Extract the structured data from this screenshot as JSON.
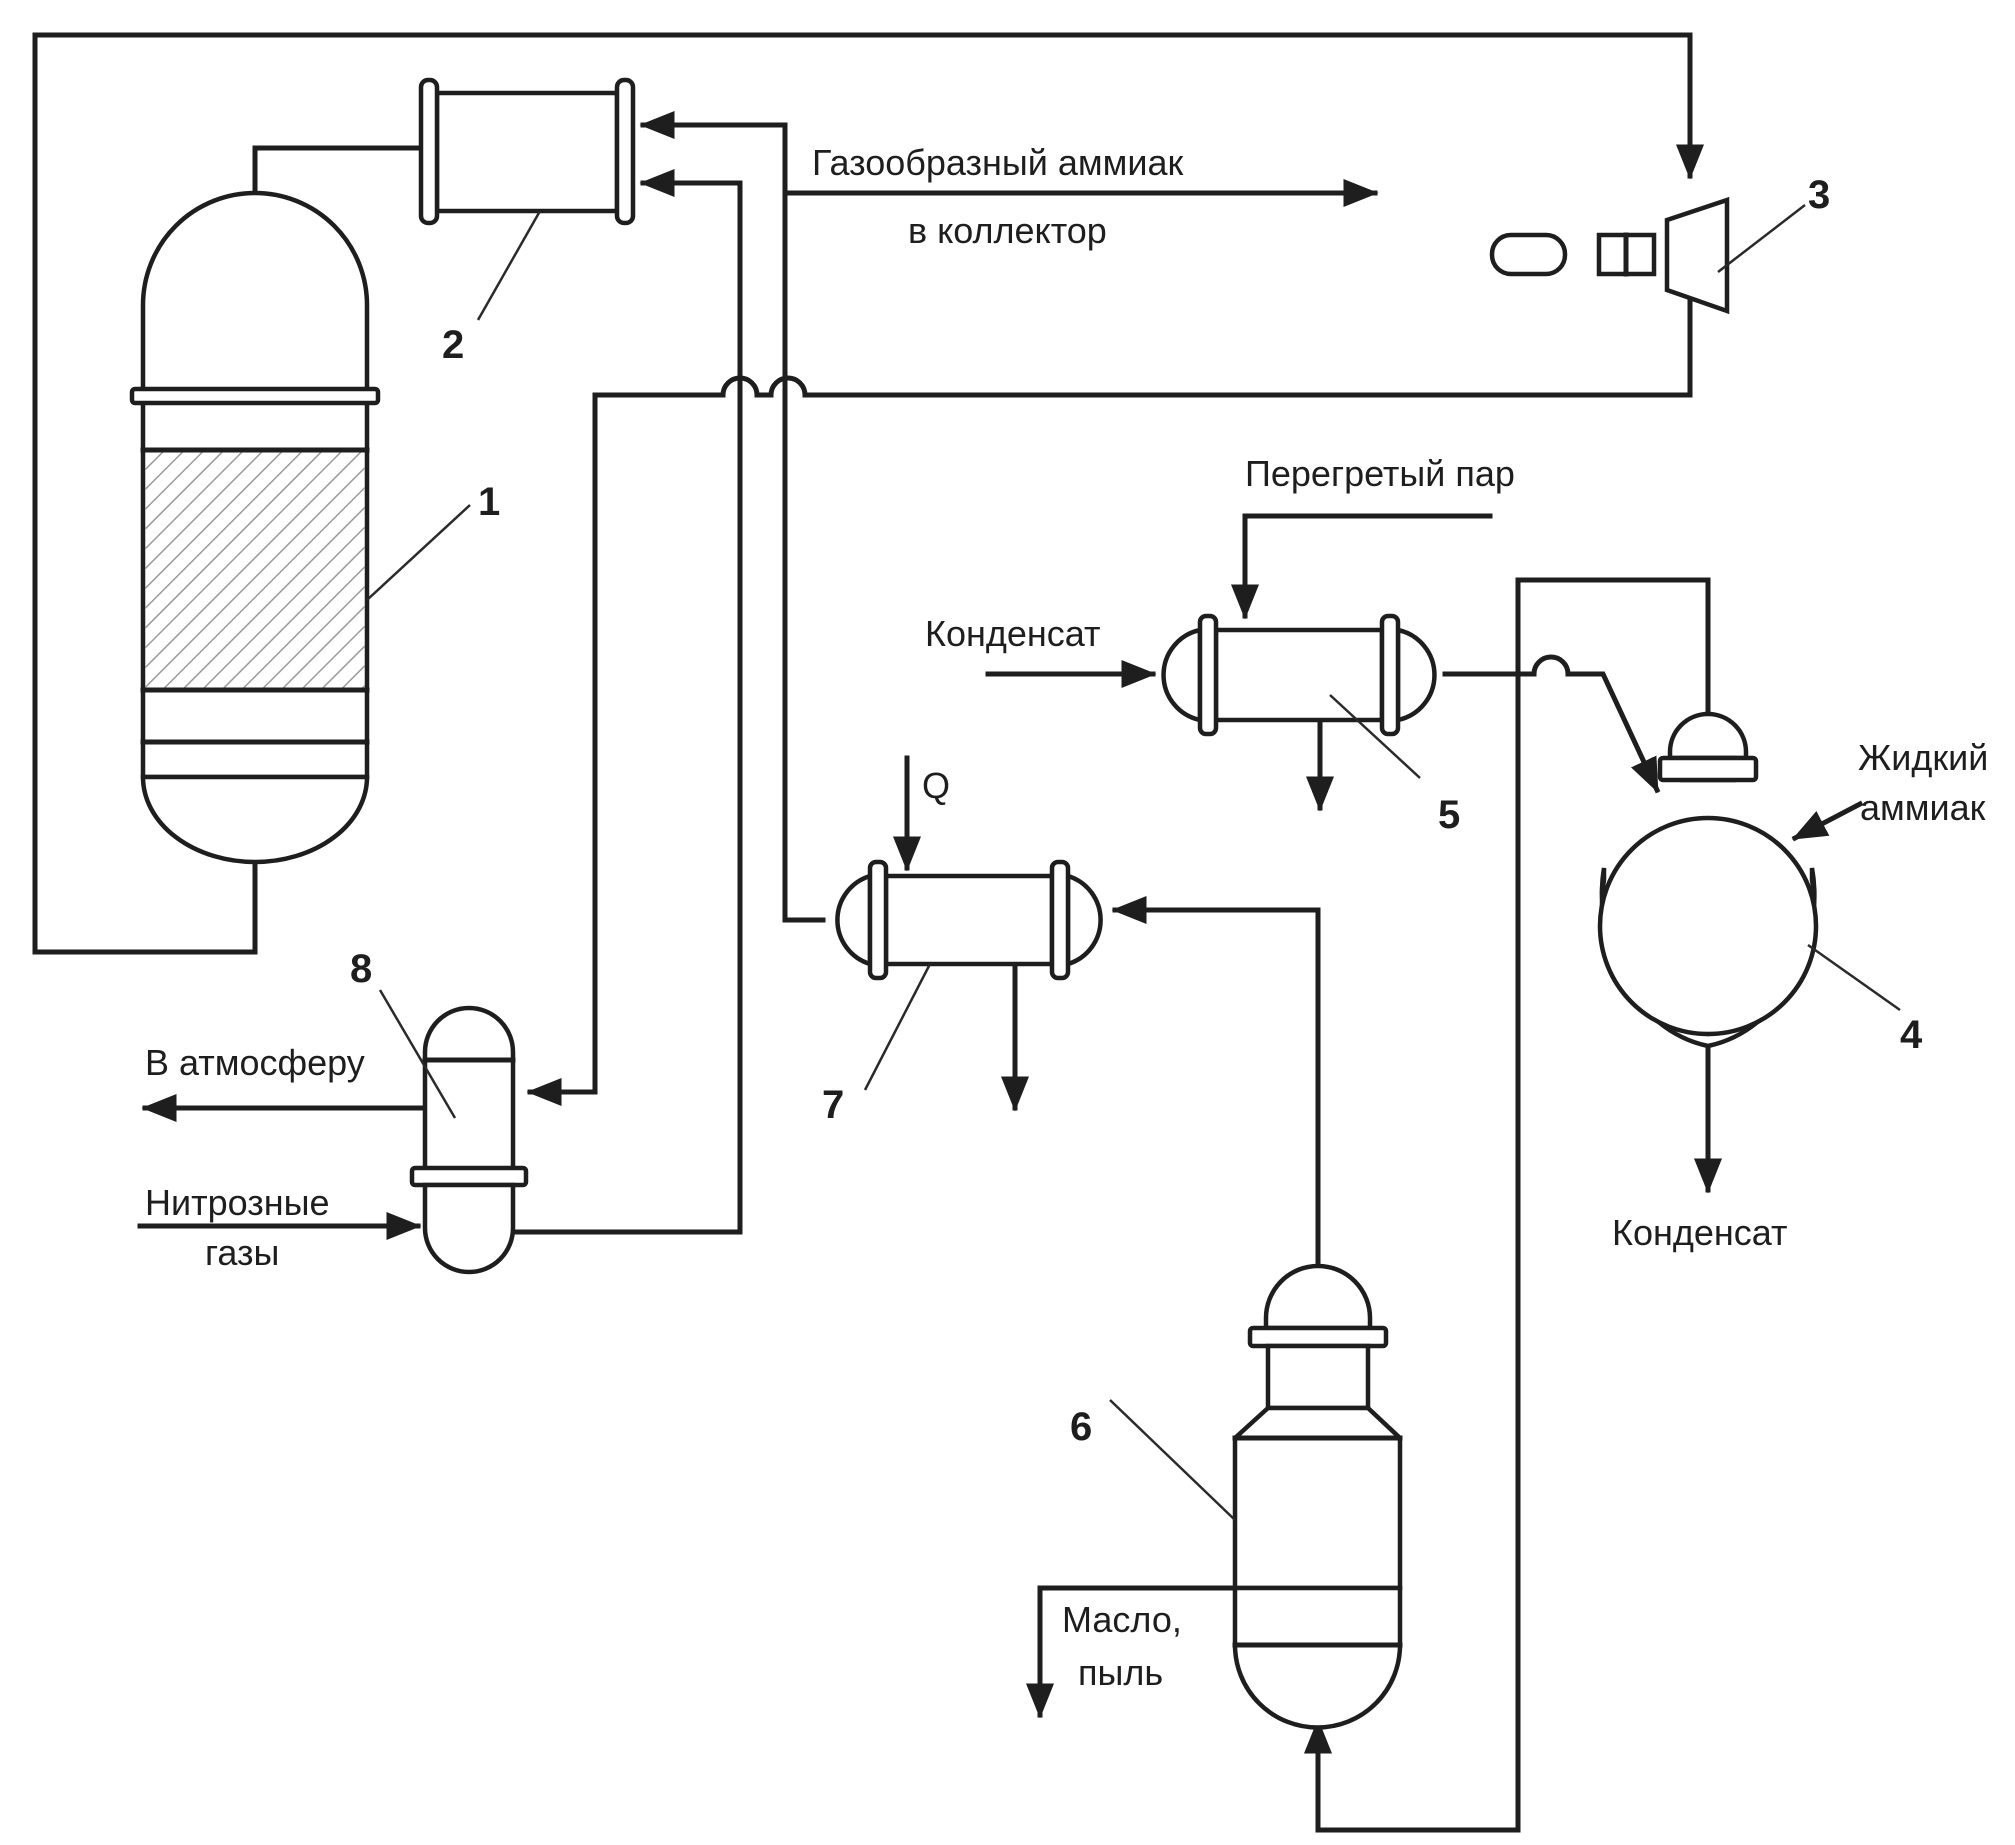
{
  "labels": {
    "gas_ammonia": "Газообразный аммиак",
    "to_collector": "в коллектор",
    "superheated_steam": "Перегретый пар",
    "condensate_in": "Конденсат",
    "liquid_ammonia_1": "Жидкий",
    "liquid_ammonia_2": "аммиак",
    "heat_q": "Q",
    "to_atmosphere": "В атмосферу",
    "nitrous_gases_1": "Нитрозные",
    "nitrous_gases_2": "газы",
    "condensate_out": "Конденсат",
    "oil_dust_1": "Масло,",
    "oil_dust_2": "пыль"
  },
  "equipment_numbers": {
    "n1": "1",
    "n2": "2",
    "n3": "3",
    "n4": "4",
    "n5": "5",
    "n6": "6",
    "n7": "7",
    "n8": "8"
  },
  "colors": {
    "ink": "#1e1e1e",
    "background": "#ffffff"
  }
}
